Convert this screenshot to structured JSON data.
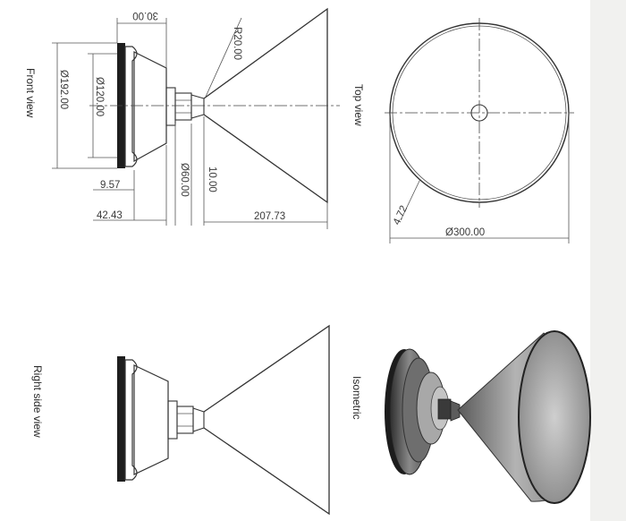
{
  "drawing": {
    "views": {
      "front": "Front view",
      "top": "Top view",
      "isometric": "Isometric",
      "right_side": "Right side view"
    },
    "dimensions": {
      "width_30": "30.00",
      "radius_r20": "R20.00",
      "dia_120": "Ø120.00",
      "dia_192": "Ø192.00",
      "dia_60": "Ø60.00",
      "len_10": "10.00",
      "len_9_57": "9.57",
      "len_42_43": "42.43",
      "len_207_73": "207.73",
      "dia_300": "Ø300.00",
      "len_4_72": "4.72"
    },
    "colors": {
      "paper": "#ffffff",
      "line": "#333333",
      "model_gray": "#9a9a9a",
      "model_dark": "#2a2a2a"
    }
  }
}
